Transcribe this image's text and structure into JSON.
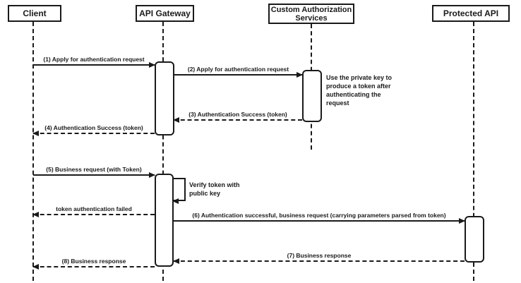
{
  "diagram": {
    "type": "sequence",
    "participants": [
      {
        "label": "Client"
      },
      {
        "label": "API Gateway"
      },
      {
        "label": "Custom Authorization Services"
      },
      {
        "label": "Protected API"
      }
    ],
    "messages": [
      {
        "label": "(1) Apply for authentication request",
        "from": "Client",
        "to": "API Gateway",
        "line": "solid"
      },
      {
        "label": "(2) Apply for authentication request",
        "from": "API Gateway",
        "to": "Custom Authorization Services",
        "line": "solid"
      },
      {
        "label": "(3) Authentication Success (token)",
        "from": "Custom Authorization Services",
        "to": "API Gateway",
        "line": "dashed"
      },
      {
        "label": "(4) Authentication Success (token)",
        "from": "API Gateway",
        "to": "Client",
        "line": "dashed"
      },
      {
        "label": "(5) Business request (with Token)",
        "from": "Client",
        "to": "API Gateway",
        "line": "solid"
      },
      {
        "label": "Verify token with public key",
        "from": "API Gateway",
        "to": "API Gateway",
        "line": "solid",
        "self": true
      },
      {
        "label": "token authentication failed",
        "from": "API Gateway",
        "to": "Client",
        "line": "dashed"
      },
      {
        "label": "(6) Authentication successful, business request (carrying parameters parsed from token)",
        "from": "API Gateway",
        "to": "Protected API",
        "line": "solid"
      },
      {
        "label": "(7) Business response",
        "from": "Protected API",
        "to": "API Gateway",
        "line": "dashed"
      },
      {
        "label": "(8) Business response",
        "from": "API Gateway",
        "to": "Client",
        "line": "dashed"
      }
    ],
    "notes": [
      {
        "label": "Use the private key to produce a token after authenticating the request",
        "attached_to": "Custom Authorization Services"
      }
    ],
    "colors": {
      "stroke": "#1a1a1a",
      "fill": "#ffffff",
      "background": "#ffffff"
    }
  }
}
